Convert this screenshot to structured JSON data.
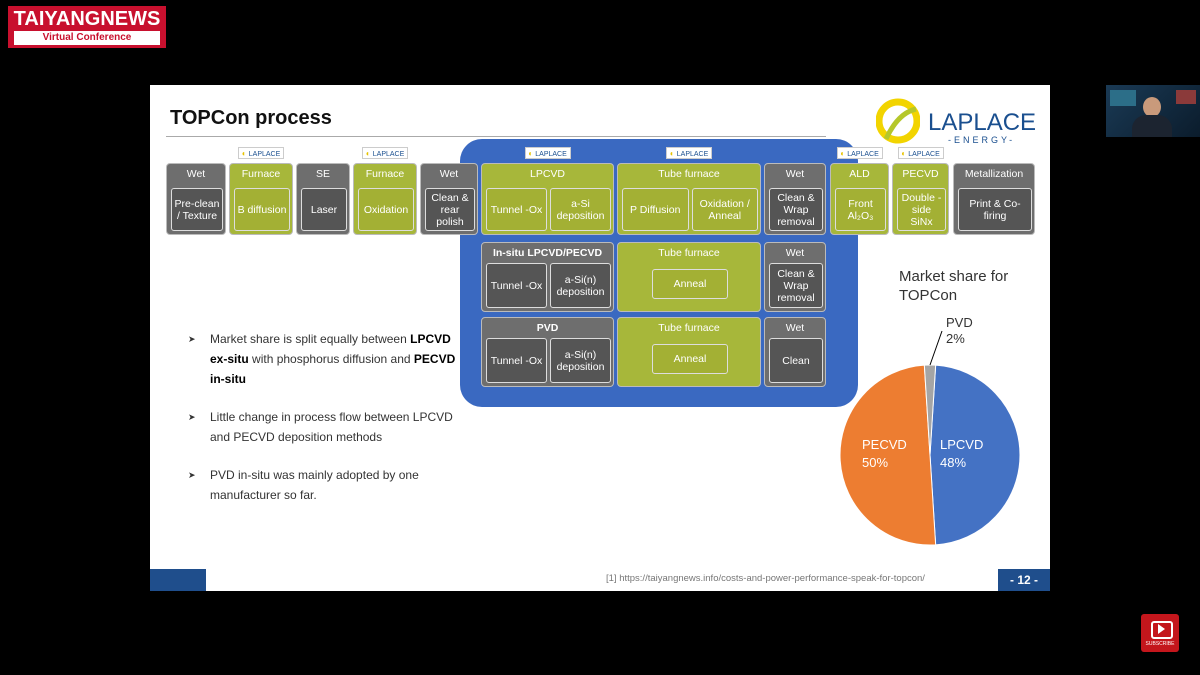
{
  "brand": {
    "name": "TAIYANGNEWS",
    "subtitle": "Virtual Conference"
  },
  "slide": {
    "title": "TOPCon process",
    "logo": {
      "name": "LAPLACE",
      "sub": "-ENERGY-"
    },
    "tag_label": "LAPLACE",
    "row1": [
      {
        "hdr": "Wet",
        "body": [
          "Pre-clean / Texture"
        ]
      },
      {
        "hdr": "Furnace",
        "body": [
          "B diffusion"
        ]
      },
      {
        "hdr": "SE",
        "body": [
          "Laser"
        ]
      },
      {
        "hdr": "Furnace",
        "body": [
          "Oxidation"
        ]
      },
      {
        "hdr": "Wet",
        "body": [
          "Clean & rear polish"
        ]
      },
      {
        "hdr": "LPCVD",
        "body": [
          "Tunnel -Ox",
          "a-Si deposition"
        ]
      },
      {
        "hdr": "Tube furnace",
        "body": [
          "P Diffusion",
          "Oxidation / Anneal"
        ]
      },
      {
        "hdr": "Wet",
        "body": [
          "Clean & Wrap removal"
        ]
      },
      {
        "hdr": "ALD",
        "body": [
          "Front Al₂O₃"
        ]
      },
      {
        "hdr": "PECVD",
        "body": [
          "Double -side SiNx"
        ]
      },
      {
        "hdr": "Metallization",
        "body": [
          "Print & Co-firing"
        ]
      }
    ],
    "row2": [
      {
        "hdr": "In-situ LPCVD/PECVD",
        "body": [
          "Tunnel -Ox",
          "a-Si(n) deposition"
        ]
      },
      {
        "hdr": "Tube furnace",
        "body": [
          "Anneal"
        ]
      },
      {
        "hdr": "Wet",
        "body": [
          "Clean & Wrap removal"
        ]
      }
    ],
    "row3": [
      {
        "hdr": "PVD",
        "body": [
          "Tunnel -Ox",
          "a-Si(n) deposition"
        ]
      },
      {
        "hdr": "Tube furnace",
        "body": [
          "Anneal"
        ]
      },
      {
        "hdr": "Wet",
        "body": [
          "Clean"
        ]
      }
    ],
    "bullets": {
      "b1_pre": "Market share is split equally between ",
      "b1_bold1": "LPCVD ex-situ",
      "b1_mid": " with phosphorus diffusion and ",
      "b1_bold2": "PECVD in-situ",
      "b2": "Little change in process flow between LPCVD and PECVD deposition methods",
      "b3": "PVD in-situ was mainly adopted by one manufacturer so far."
    },
    "market_share_title": "Market share for TOPCon",
    "chart_data": {
      "type": "pie",
      "title": "Market share for TOPCon",
      "slices": [
        {
          "label": "LPCVD",
          "value": 48,
          "text": "48%",
          "color": "#4472c4"
        },
        {
          "label": "PECVD",
          "value": 50,
          "text": "50%",
          "color": "#ed7d31"
        },
        {
          "label": "PVD",
          "value": 2,
          "text": "2%",
          "color": "#a5a5a5"
        }
      ]
    },
    "footer": {
      "link": "[1] https://taiyangnews.info/costs-and-power-performance-speak-for-topcon/",
      "page": "- 12 -"
    }
  },
  "youtube": {
    "label": "SUBSCRIBE"
  }
}
